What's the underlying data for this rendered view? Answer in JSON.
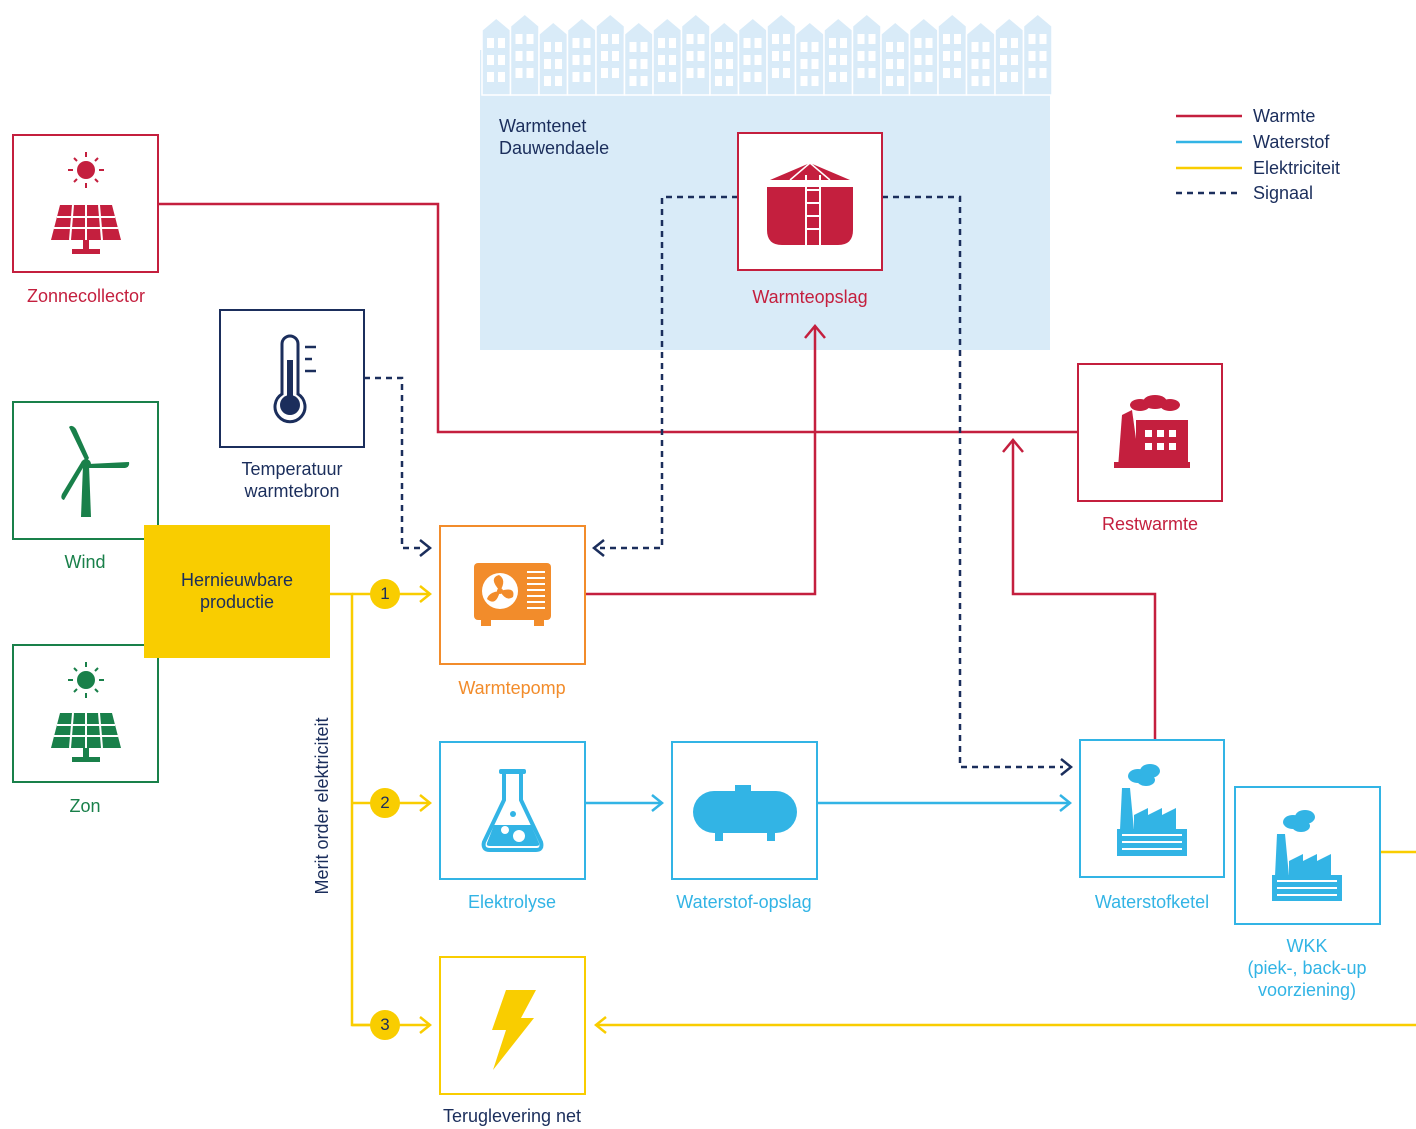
{
  "colors": {
    "warmte": "#c41f3e",
    "waterstof": "#32b4e5",
    "elektriciteit": "#f9cd00",
    "signaal": "#1b2e5c",
    "renewable_green": "#19804a",
    "heatpump_orange": "#f28c2b",
    "district_bg": "#d9ebf8"
  },
  "district": {
    "title_line1": "Warmtenet",
    "title_line2": "Dauwendaele"
  },
  "legend": [
    {
      "label": "Warmte",
      "style": "solid",
      "color": "#c41f3e"
    },
    {
      "label": "Waterstof",
      "style": "solid",
      "color": "#32b4e5"
    },
    {
      "label": "Elektriciteit",
      "style": "solid",
      "color": "#f9cd00"
    },
    {
      "label": "Signaal",
      "style": "dashed",
      "color": "#1b2e5c"
    }
  ],
  "nodes": {
    "zonnecollector": {
      "label": "Zonnecollector",
      "icon": "solar-collector-icon"
    },
    "wind": {
      "label": "Wind",
      "icon": "wind-turbine-icon"
    },
    "zon": {
      "label": "Zon",
      "icon": "solar-panel-icon"
    },
    "hernieuwbare": {
      "line1": "Hernieuwbare",
      "line2": "productie"
    },
    "temperatuur": {
      "line1": "Temperatuur",
      "line2": "warmtebron",
      "icon": "thermometer-icon"
    },
    "warmteopslag": {
      "label": "Warmteopslag",
      "icon": "storage-tank-icon"
    },
    "restwarmte": {
      "label": "Restwarmte",
      "icon": "factory-icon"
    },
    "warmtepomp": {
      "label": "Warmtepomp",
      "icon": "heat-pump-icon"
    },
    "elektrolyse": {
      "label": "Elektrolyse",
      "icon": "flask-icon"
    },
    "waterstof_opslag": {
      "label": "Waterstof-opslag",
      "icon": "gas-tank-icon"
    },
    "waterstofketel": {
      "label": "Waterstofketel",
      "icon": "boiler-plant-icon"
    },
    "wkk": {
      "line1": "WKK",
      "line2": "(piek-, back-up",
      "line3": "voorziening)",
      "icon": "chp-plant-icon"
    },
    "teruglevering": {
      "label": "Teruglevering net",
      "icon": "lightning-icon"
    }
  },
  "merit_order": {
    "label": "Merit order elektriciteit",
    "steps": [
      "1",
      "2",
      "3"
    ]
  }
}
